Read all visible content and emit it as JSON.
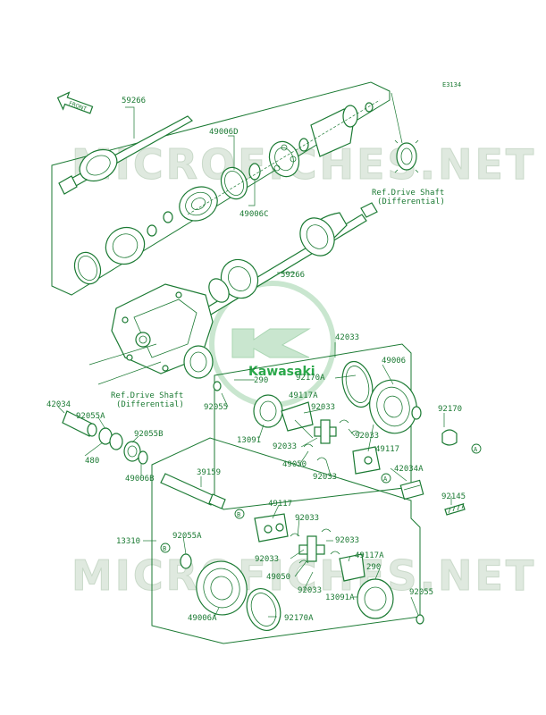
{
  "diagram_code": "E3134",
  "front_arrow": "FRONT",
  "watermark": "MICROFICHES.NET",
  "logo_text": "Kawasaki",
  "refs": {
    "top": [
      "Ref.Drive Shaft",
      "(Differential)"
    ],
    "left": [
      "Ref.Drive Shaft",
      "(Differential)"
    ]
  },
  "labels": {
    "p59266_top": "59266",
    "p49006D": "49006D",
    "p49006C": "49006C",
    "p59266_mid": "59266",
    "p42033_top": "42033",
    "p92170A_top": "92170A",
    "p49006_r": "49006",
    "p290_top": "290",
    "p49117A_top": "49117A",
    "p92055_left": "92055",
    "p92033_a": "92033",
    "p92170": "92170",
    "p13091": "13091",
    "p92033_b": "92033",
    "p92033_c": "92033",
    "p49117_top": "49117",
    "p49050_top": "49050",
    "p92033_d": "92033",
    "p42034A": "42034A",
    "p92145": "92145",
    "p42034": "42034",
    "p92055A_top": "92055A",
    "p480": "480",
    "p92055B": "92055B",
    "p49006B": "49006B",
    "p39159": "39159",
    "p49117_mid": "49117",
    "p92033_e": "92033",
    "p13310": "13310",
    "p92055A_bot": "92055A",
    "p92033_f": "92033",
    "p92033_g": "92033",
    "p49117A_bot": "49117A",
    "p290_bot": "290",
    "p49050_bot": "49050",
    "p92033_h": "92033",
    "p13091A": "13091A",
    "p92055_bot": "92055",
    "p49006A": "49006A",
    "p92170A_bot": "92170A"
  },
  "callouts": {
    "A1": "A",
    "A2": "A",
    "B1": "B",
    "B2": "B"
  }
}
